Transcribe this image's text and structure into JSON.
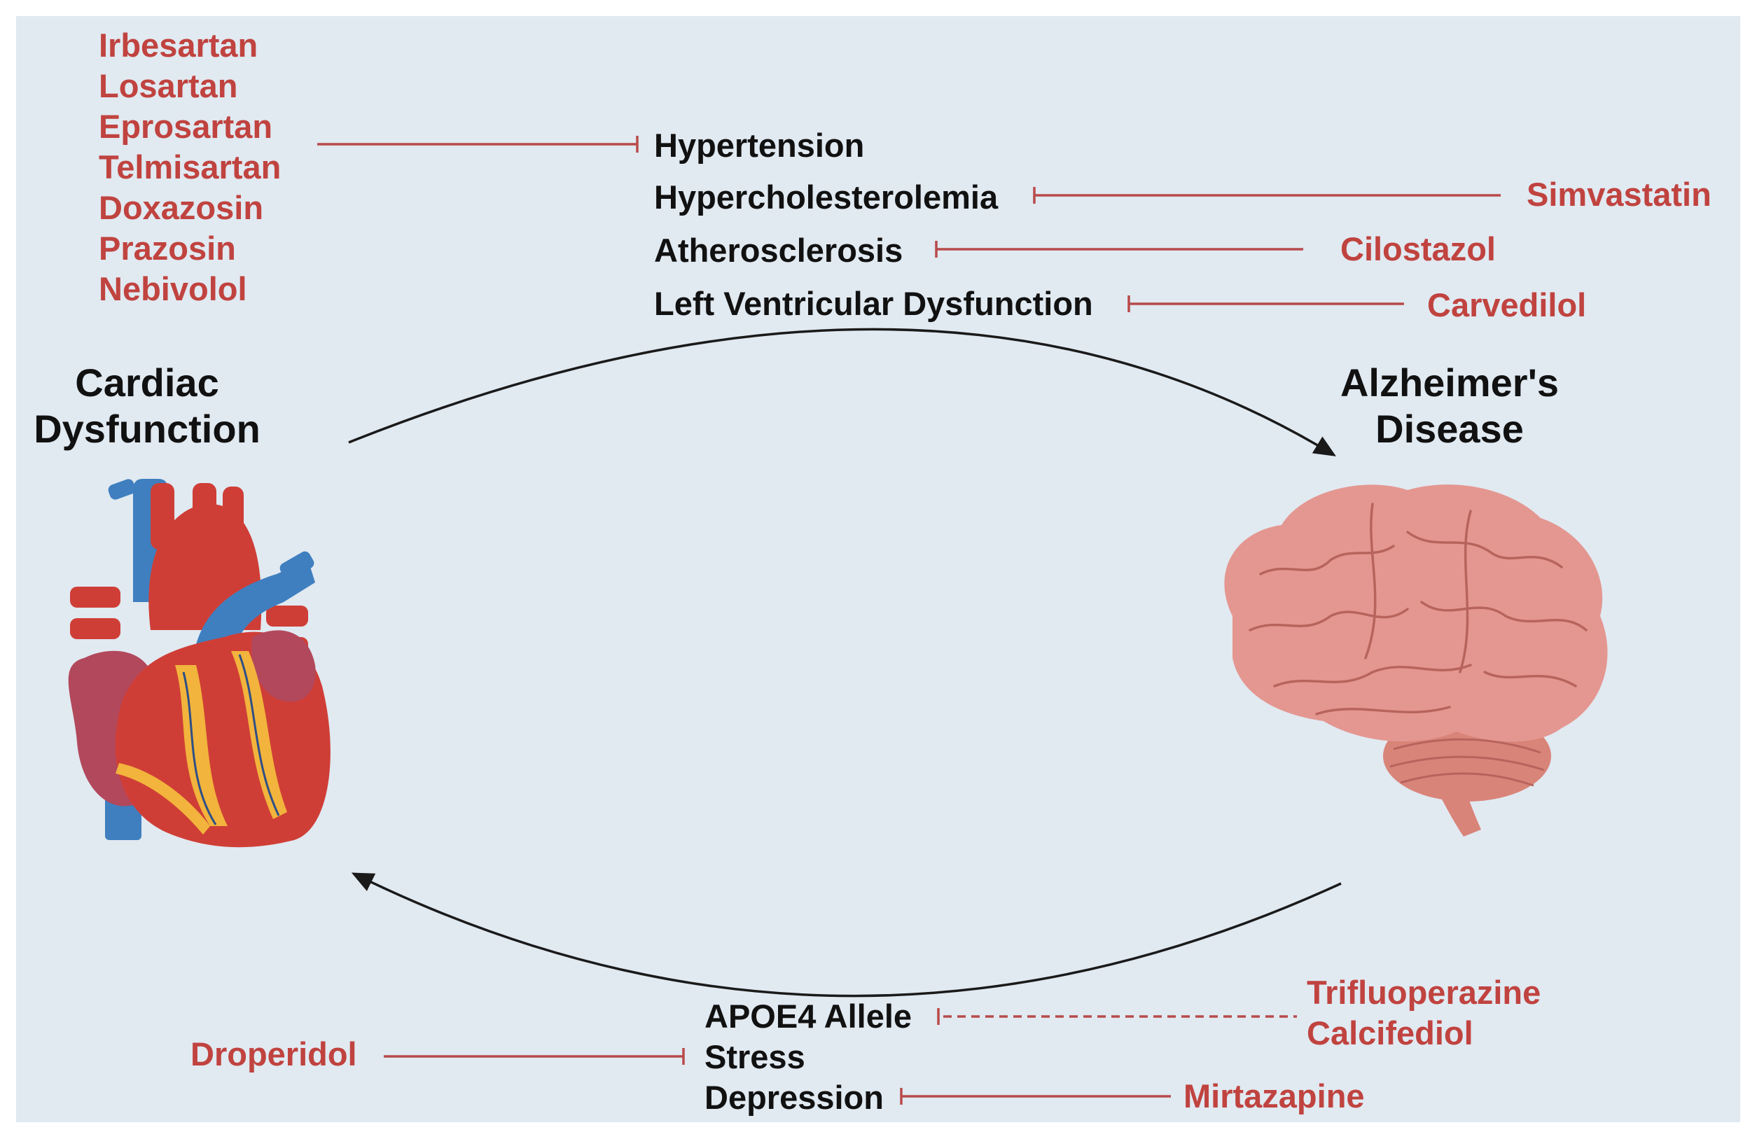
{
  "nodes": {
    "cardiac": {
      "line1": "Cardiac",
      "line2": "Dysfunction"
    },
    "alzheimers": {
      "line1": "Alzheimer's",
      "line2": "Disease"
    }
  },
  "top_drugs_left": [
    "Irbesartan",
    "Losartan",
    "Eprosartan",
    "Telmisartan",
    "Doxazosin",
    "Prazosin",
    "Nebivolol"
  ],
  "top_conditions": [
    "Hypertension",
    "Hypercholesterolemia",
    "Atherosclerosis",
    "Left Ventricular Dysfunction"
  ],
  "top_drugs_right": {
    "hypercholesterolemia": "Simvastatin",
    "atherosclerosis": "Cilostazol",
    "lv_dysfunction": "Carvedilol"
  },
  "bottom_conditions": [
    "APOE4 Allele",
    "Stress",
    "Depression"
  ],
  "bottom_drugs": {
    "stress": "Droperidol",
    "apoe4": [
      "Trifluoperazine",
      "Calcifediol"
    ],
    "depression": "Mirtazapine"
  },
  "colors": {
    "background": "#e1e9f1",
    "drug_text": "#c0433f",
    "inhibit_line": "#b84a4a",
    "arrow": "#1a1a1a",
    "heart_red": "#cf3e36",
    "heart_blue": "#3f7fbf",
    "heart_yellow": "#f2b43c",
    "brain_pink": "#e49790"
  },
  "icons": [
    "heart-illustration",
    "brain-illustration"
  ]
}
